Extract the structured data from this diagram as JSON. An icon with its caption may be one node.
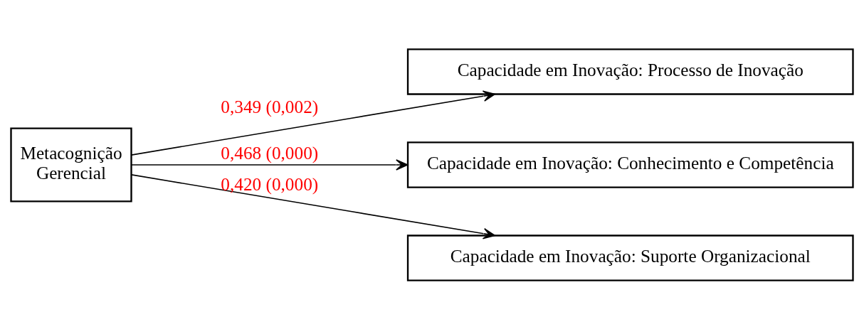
{
  "diagram": {
    "nodes": [
      {
        "text": [
          "Metacognição Gerencial"
        ]
      },
      {
        "text": [
          "Capacidade em Inovação: Processo de Inovação"
        ]
      },
      {
        "text": [
          "Capacidade em Inovação: Conhecimento e Competência"
        ]
      },
      {
        "text": [
          "Capacidade em Inovação: Suporte Organizacional"
        ]
      }
    ],
    "edges": [
      {
        "from": 0,
        "to": 1,
        "arrow": "to",
        "label": "0,349 (0,002)"
      },
      {
        "from": 0,
        "to": 2,
        "arrow": "to",
        "label": "0,468 (0,000)"
      },
      {
        "from": 0,
        "to": 3,
        "arrow": "to",
        "label": "0,420 (0,000)"
      }
    ]
  }
}
